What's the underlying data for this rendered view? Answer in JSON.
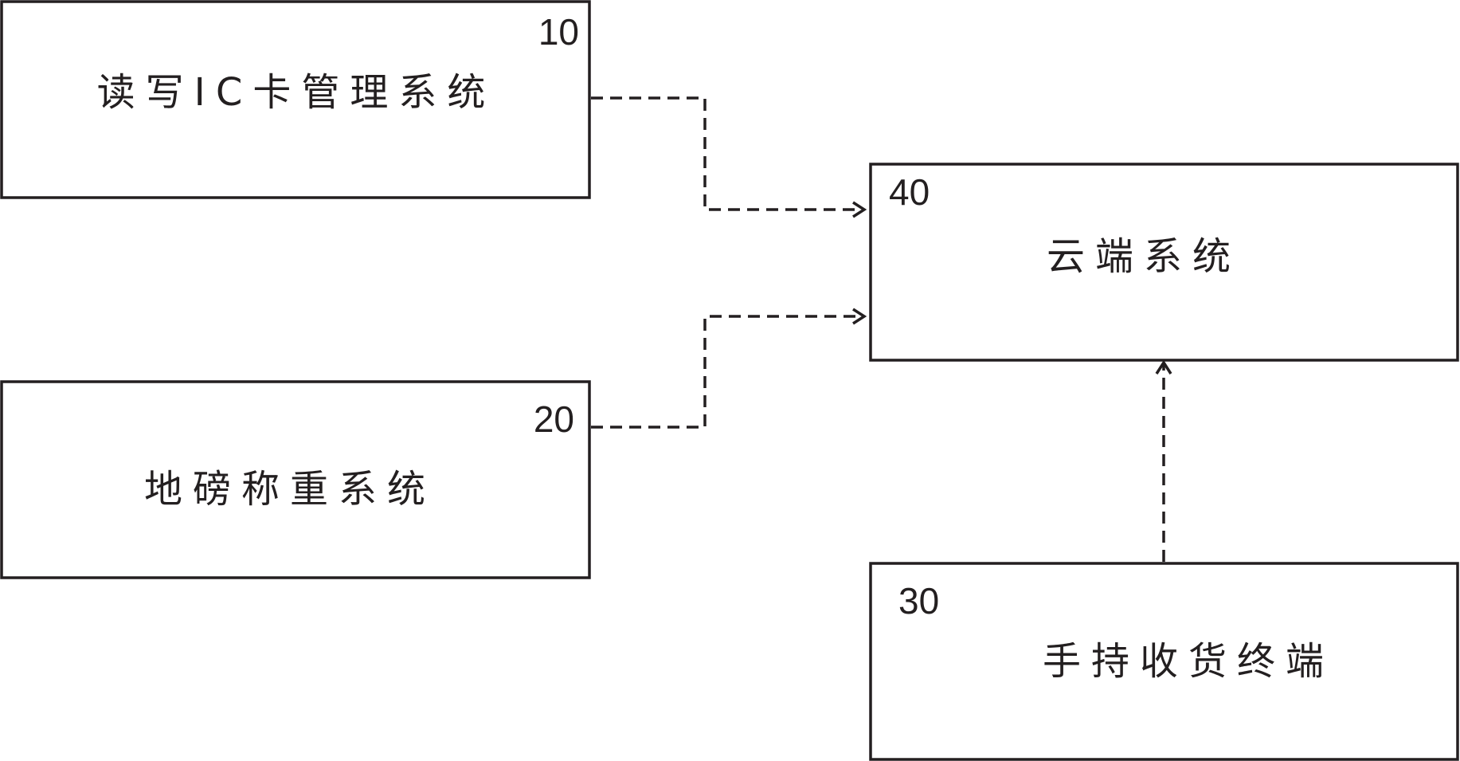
{
  "nodes": [
    {
      "id": "10",
      "label": "读写IC卡管理系统"
    },
    {
      "id": "20",
      "label": "地磅称重系统"
    },
    {
      "id": "40",
      "label": "云端系统"
    },
    {
      "id": "30",
      "label": "手持收货终端"
    }
  ],
  "edges": [
    {
      "from": "10",
      "to": "40",
      "style": "dashed-arrow"
    },
    {
      "from": "20",
      "to": "40",
      "style": "dashed-arrow"
    },
    {
      "from": "30",
      "to": "40",
      "style": "dashed-arrow"
    }
  ],
  "colors": {
    "stroke": "#231f20",
    "background": "#ffffff"
  }
}
